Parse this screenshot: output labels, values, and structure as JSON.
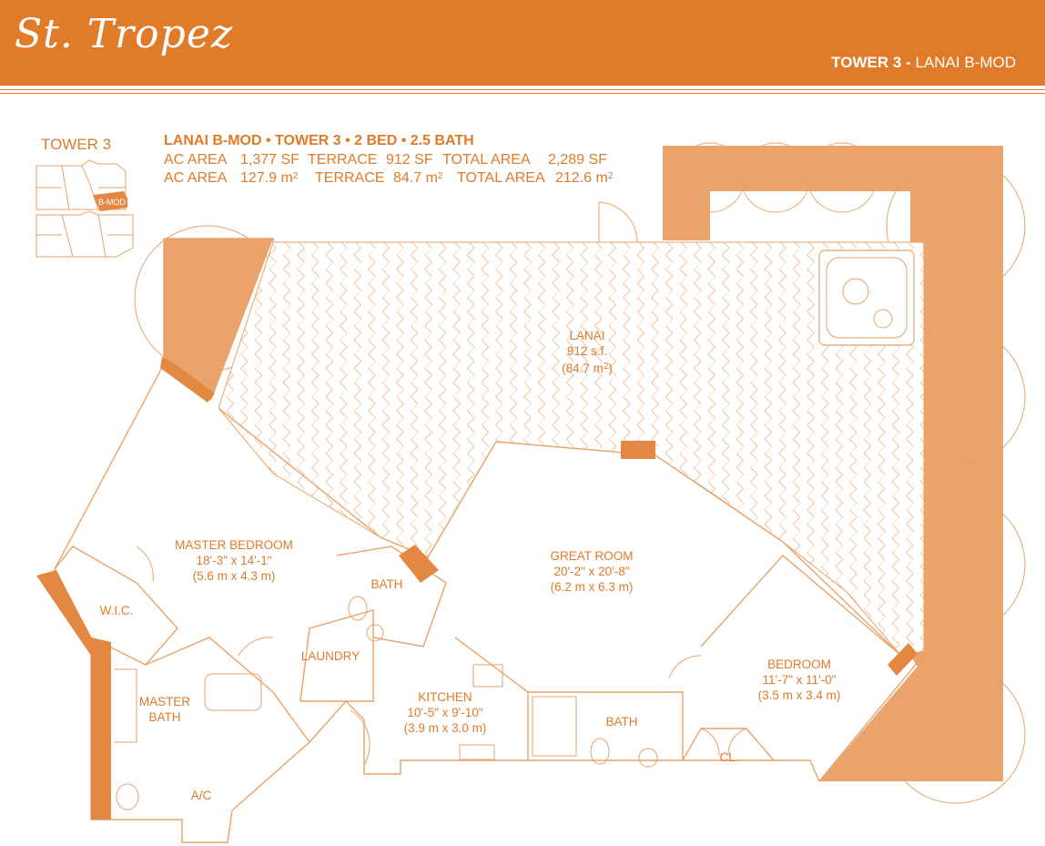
{
  "colors": {
    "brand_orange": "#E07B2A",
    "fill_light": "#EAA36A",
    "wall": "#E38842",
    "text": "#E07B2A",
    "background": "#FFFFFF"
  },
  "header": {
    "logo_text": "St. Tropez",
    "tower_label": "TOWER 3 -",
    "unit_label": "LANAI B-MOD"
  },
  "key_plan": {
    "tower_label": "TOWER 3",
    "highlight_label": "B-MOD"
  },
  "unit_info": {
    "heading": "LANAI B-MOD • TOWER 3 • 2 BED • 2.5 BATH",
    "imperial": {
      "ac_label": "AC AREA",
      "ac_value": "1,377 SF",
      "terrace_label": "TERRACE",
      "terrace_value": "912 SF",
      "total_label": "TOTAL AREA",
      "total_value": "2,289 SF"
    },
    "metric": {
      "ac_label": "AC AREA",
      "ac_value": "127.9 m",
      "terrace_label": "TERRACE",
      "terrace_value": "84.7 m",
      "total_label": "TOTAL AREA",
      "total_value": "212.6 m",
      "unit_sup": "2"
    }
  },
  "rooms": {
    "lanai": {
      "name": "LANAI",
      "area": "912 s.f.",
      "metric": "(84.7 m",
      "sup": "2",
      "close": ")"
    },
    "master_bedroom": {
      "name": "MASTER BEDROOM",
      "dims": "18'-3\" x 14'-1\"",
      "metric": "(5.6 m x 4.3 m)"
    },
    "great_room": {
      "name": "GREAT ROOM",
      "dims": "20'-2\" x 20'-8\"",
      "metric": "(6.2 m x 6.3 m)"
    },
    "bedroom": {
      "name": "BEDROOM",
      "dims": "11'-7\" x 11'-0\"",
      "metric": "(3.5 m x 3.4 m)"
    },
    "kitchen": {
      "name": "KITCHEN",
      "dims": "10'-5\" x 9'-10\"",
      "metric": "(3.9 m x 3.0 m)"
    },
    "bath_master_side": {
      "name": "BATH"
    },
    "bath_hall": {
      "name": "BATH"
    },
    "master_bath": {
      "line1": "MASTER",
      "line2": "BATH"
    },
    "wic": {
      "name": "W.I.C."
    },
    "laundry": {
      "name": "LAUNDRY"
    },
    "ac": {
      "name": "A/C"
    },
    "closet": {
      "name": "CL."
    }
  }
}
